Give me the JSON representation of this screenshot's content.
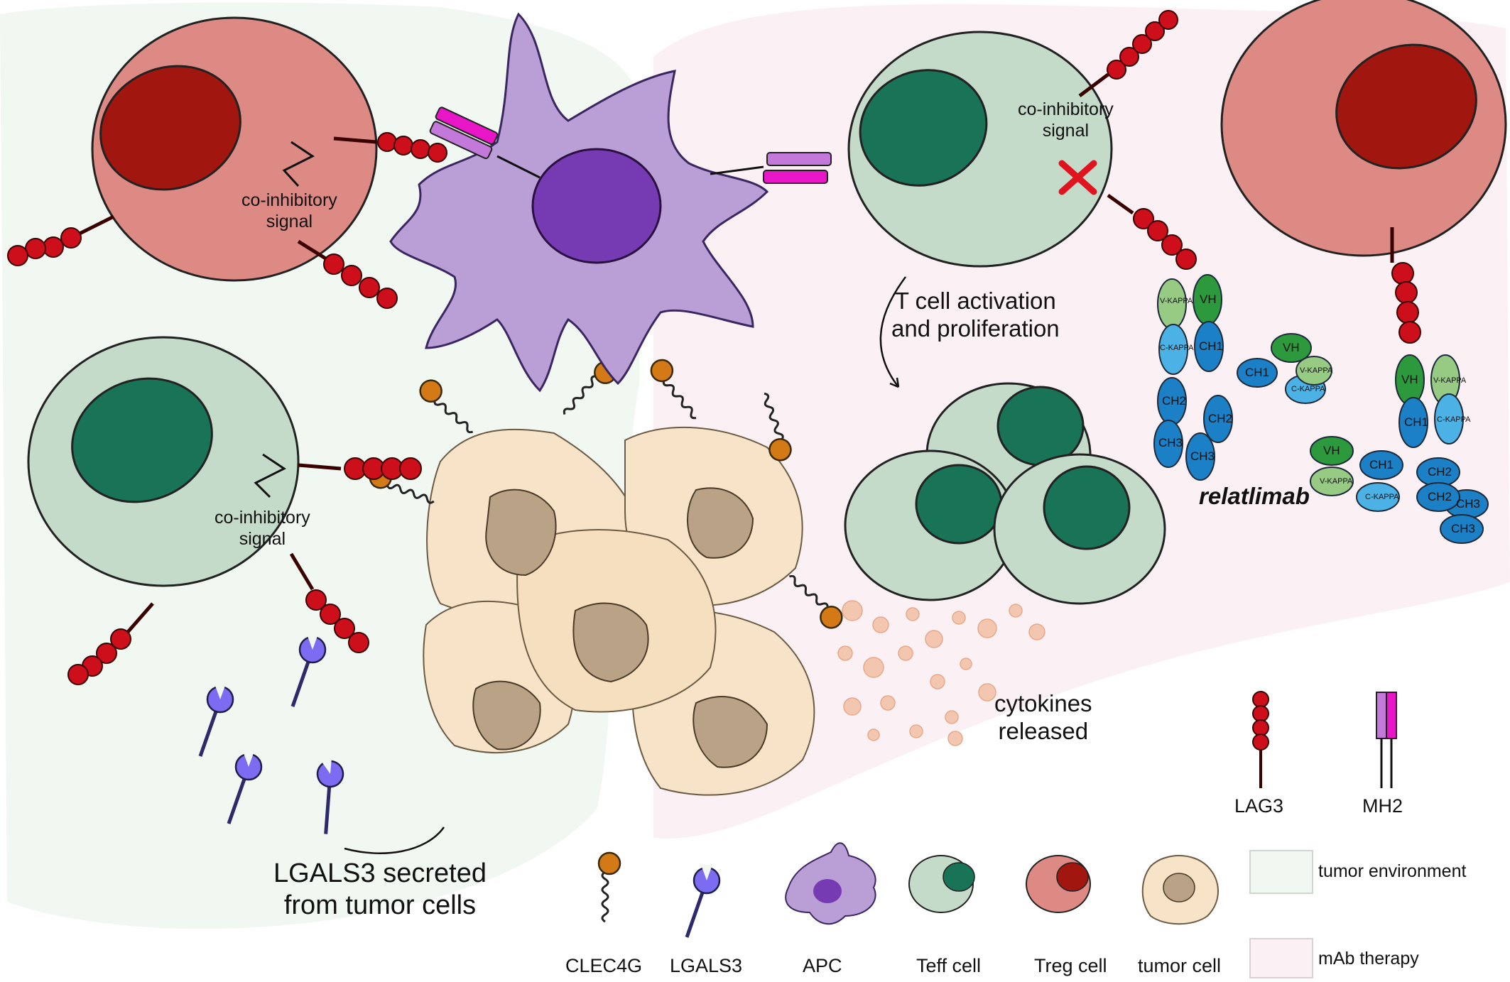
{
  "figure": {
    "regions": {
      "tumor_environment": {
        "color": "#f1f7f1"
      },
      "mab_therapy": {
        "color": "#fbf1f4"
      }
    },
    "labels": {
      "coinhibitory_treg": "co-inhibitory\nsignal",
      "coinhibitory_teff_left": "co-inhibitory\nsignal",
      "coinhibitory_teff_right": "co-inhibitory\nsignal",
      "t_cell_activation": "T cell activation\nand proliferation",
      "cytokines": "cytokines\nreleased",
      "lgals3_secreted": "LGALS3 secreted\nfrom tumor cells",
      "relatlimab": "relatlimab"
    },
    "antibody_domains": {
      "vh": "VH",
      "vkappa": "V-KAPPA",
      "ckappa": "C-KAPPA",
      "ch1": "CH1",
      "ch2": "CH2",
      "ch3": "CH3"
    },
    "legend": {
      "clec4g": "CLEC4G",
      "lgals3": "LGALS3",
      "apc": "APC",
      "teff": "Teff cell",
      "treg": "Treg cell",
      "tumor": "tumor cell",
      "lag3": "LAG3",
      "mh2": "MH2",
      "tumor_environment": "tumor environment",
      "mab_therapy": "mAb therapy"
    },
    "colors": {
      "treg_body": "#dd8a84",
      "treg_nucleus": "#a1170f",
      "teff_body": "#c5dbca",
      "teff_nucleus": "#197356",
      "apc_body": "#b99fd6",
      "apc_nucleus": "#763ab2",
      "tumor_body": "#f7e4c8",
      "tumor_nucleus": "#b9a286",
      "lag3": "#cc0f1b",
      "mhc_pink": "#e816c7",
      "mhc_violet": "#c379d9",
      "clec4g": "#d37a17",
      "lgals3": "#7b6cf1",
      "ab_blue": "#1b80c6",
      "ab_light_blue": "#4cb2e6",
      "ab_green": "#2c9a3c",
      "ab_light_green": "#97cb84",
      "cytokine": "#f3c6b0"
    }
  }
}
